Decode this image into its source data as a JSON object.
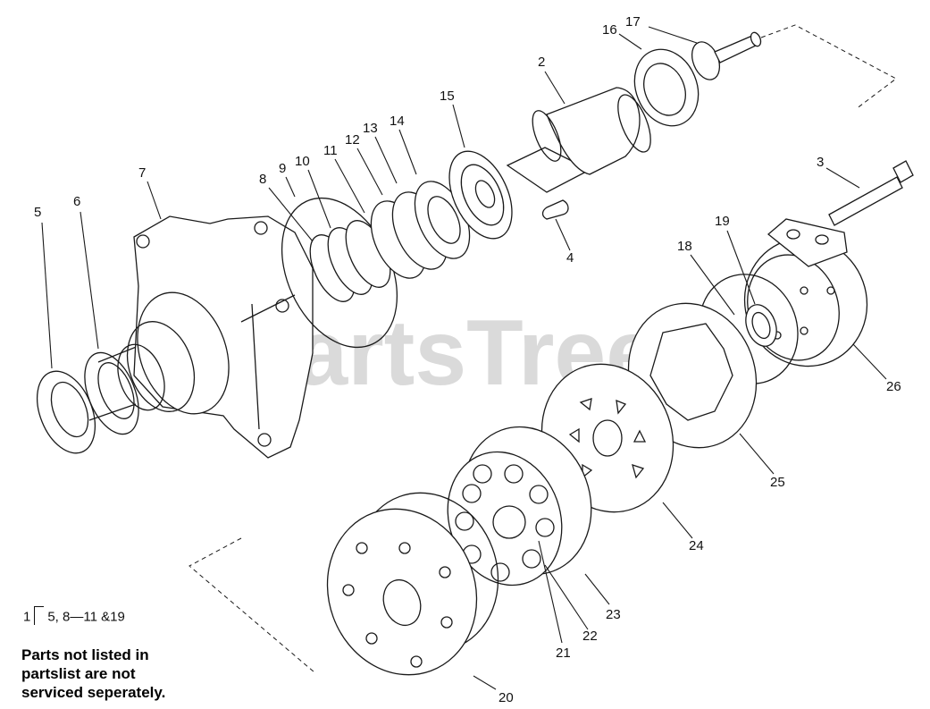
{
  "watermark": {
    "text": "PartsTree",
    "tm": "TM"
  },
  "callouts": [
    {
      "id": "5",
      "label": "5"
    },
    {
      "id": "6",
      "label": "6"
    },
    {
      "id": "7",
      "label": "7"
    },
    {
      "id": "8",
      "label": "8"
    },
    {
      "id": "9",
      "label": "9"
    },
    {
      "id": "10",
      "label": "10"
    },
    {
      "id": "11",
      "label": "11"
    },
    {
      "id": "12",
      "label": "12"
    },
    {
      "id": "13",
      "label": "13"
    },
    {
      "id": "14",
      "label": "14"
    },
    {
      "id": "15",
      "label": "15"
    },
    {
      "id": "2",
      "label": "2"
    },
    {
      "id": "16",
      "label": "16"
    },
    {
      "id": "17",
      "label": "17"
    },
    {
      "id": "3",
      "label": "3"
    },
    {
      "id": "4",
      "label": "4"
    },
    {
      "id": "18",
      "label": "18"
    },
    {
      "id": "19",
      "label": "19"
    },
    {
      "id": "26",
      "label": "26"
    },
    {
      "id": "25",
      "label": "25"
    },
    {
      "id": "24",
      "label": "24"
    },
    {
      "id": "23",
      "label": "23"
    },
    {
      "id": "22",
      "label": "22"
    },
    {
      "id": "21",
      "label": "21"
    },
    {
      "id": "20",
      "label": "20"
    }
  ],
  "kit": {
    "number": "1",
    "contents": "5, 8—11 &19"
  },
  "note": {
    "line1": "Parts not listed in",
    "line2": "partslist are not",
    "line3": "serviced seperately."
  }
}
